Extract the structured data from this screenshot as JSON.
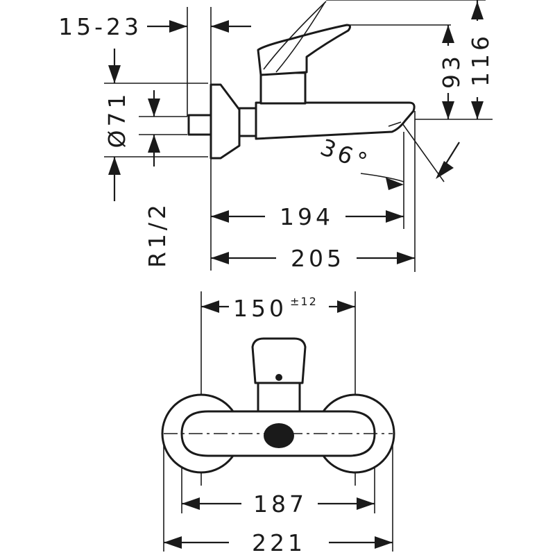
{
  "side_view": {
    "dim_wall_offset": "15-23",
    "dim_outlet_depth": "194",
    "dim_total_depth": "205",
    "dim_rosette_diameter": "Ø71",
    "dim_thread": "R1/2",
    "dim_outlet_height": "93",
    "dim_total_height": "116",
    "dim_angle": "36°"
  },
  "front_view": {
    "dim_center_distance": "150",
    "dim_center_tolerance": "±12",
    "dim_body_width": "187",
    "dim_total_width": "221"
  }
}
